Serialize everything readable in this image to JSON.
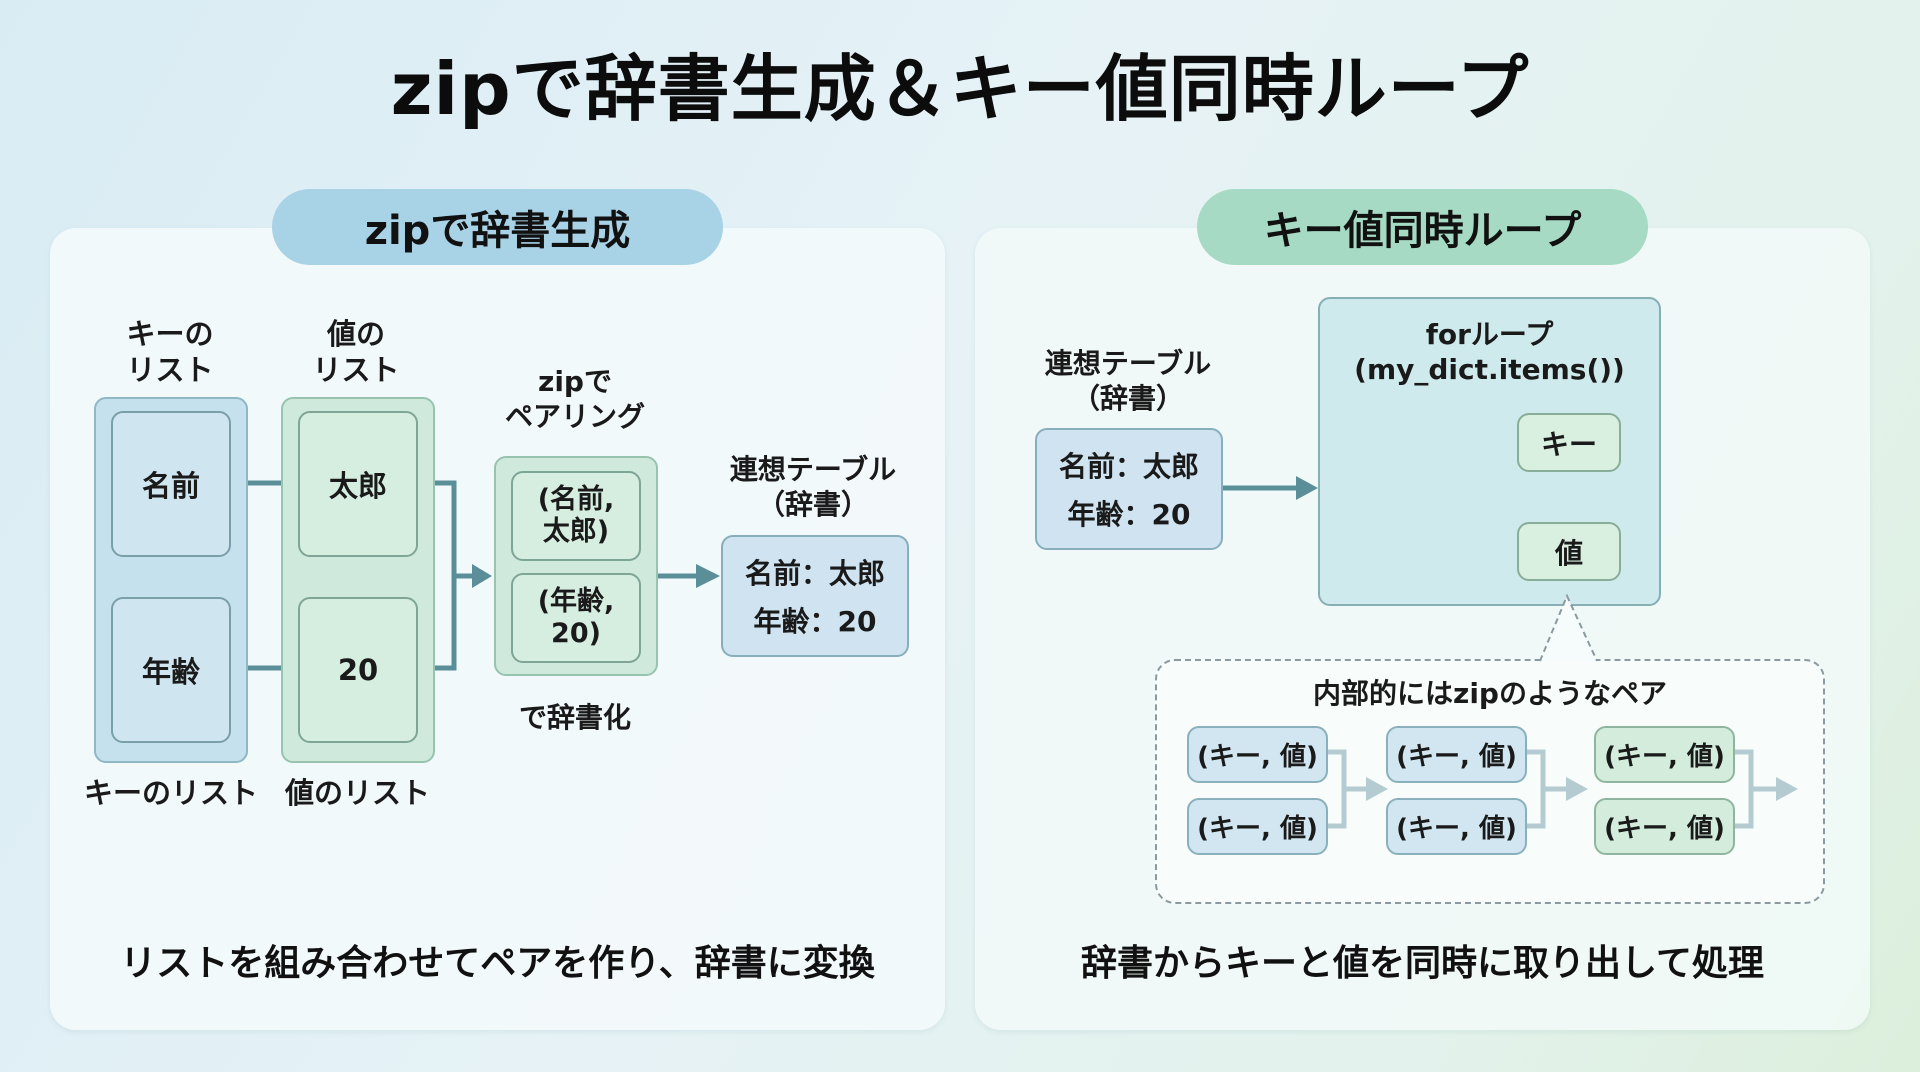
{
  "title": "zipで辞書生成＆キー値同時ループ",
  "left": {
    "header": "zipで辞書生成",
    "key_list_top_label": "キーの\nリスト",
    "value_list_top_label": "値の\nリスト",
    "keys": [
      "名前",
      "年齢"
    ],
    "values": [
      "太郎",
      "20"
    ],
    "key_list_bottom_label": "キーのリスト",
    "value_list_bottom_label": "値のリスト",
    "pairing_label": "zipで\nペアリング",
    "pairs": [
      "(名前,\n太郎)",
      "(年齢,\n20)"
    ],
    "dictify_label": "で辞書化",
    "dict_label": "連想テーブル\n（辞書）",
    "dict_entries": [
      "名前：太郎",
      "年齢：20"
    ],
    "caption": "リストを組み合わせてペアを作り、辞書に変換"
  },
  "right": {
    "header": "キー値同時ループ",
    "dict_label": "連想テーブル\n（辞書）",
    "dict_entries": [
      "名前：太郎",
      "年齢：20"
    ],
    "for_loop_title": "forループ\n(my_dict.items())",
    "key_label": "キー",
    "value_label": "値",
    "callout_title": "内部的にはzipのようなペア",
    "pair_groups": [
      [
        "(キー, 値)",
        "(キー, 値)"
      ],
      [
        "(キー, 値)",
        "(キー, 値)"
      ],
      [
        "(キー, 値)",
        "(キー, 値)"
      ]
    ],
    "caption": "辞書からキーと値を同時に取り出して処理"
  },
  "colors": {
    "accent_line": "#5a8f9a",
    "pill_blue": "#a8d2e6",
    "pill_green": "#a6dac4"
  }
}
